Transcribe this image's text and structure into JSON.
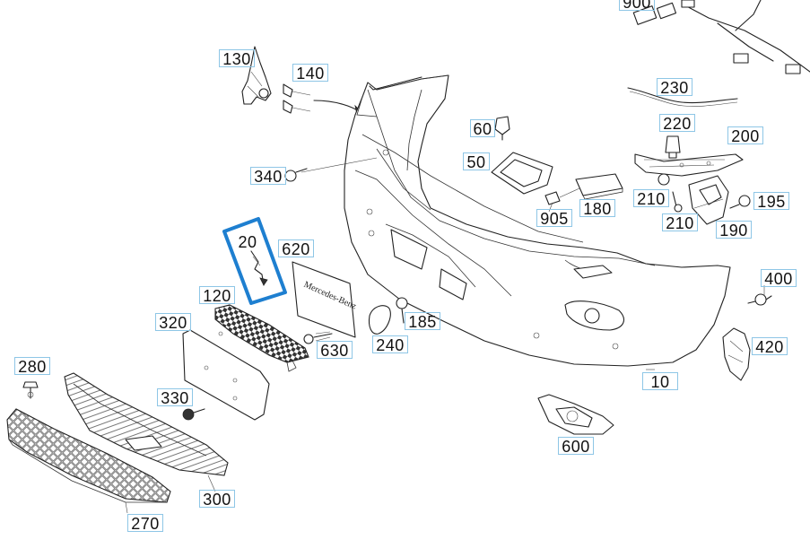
{
  "labels": {
    "l900": "900",
    "l130": "130",
    "l140": "140",
    "l230": "230",
    "l220": "220",
    "l60": "60",
    "l200": "200",
    "l50": "50",
    "l340": "340",
    "l210a": "210",
    "l195": "195",
    "l905": "905",
    "l180": "180",
    "l210b": "210",
    "l190": "190",
    "l20": "20",
    "l620": "620",
    "l120": "120",
    "l185": "185",
    "l400": "400",
    "l320": "320",
    "l630": "630",
    "l240": "240",
    "l420": "420",
    "l280": "280",
    "l10": "10",
    "l330": "330",
    "l600": "600",
    "l300": "300",
    "l270": "270"
  },
  "plate_text": "Mercedes-Benz",
  "colors": {
    "highlight": "#1e7fd0",
    "label_border": "#8ec6e6",
    "line": "#222222"
  }
}
